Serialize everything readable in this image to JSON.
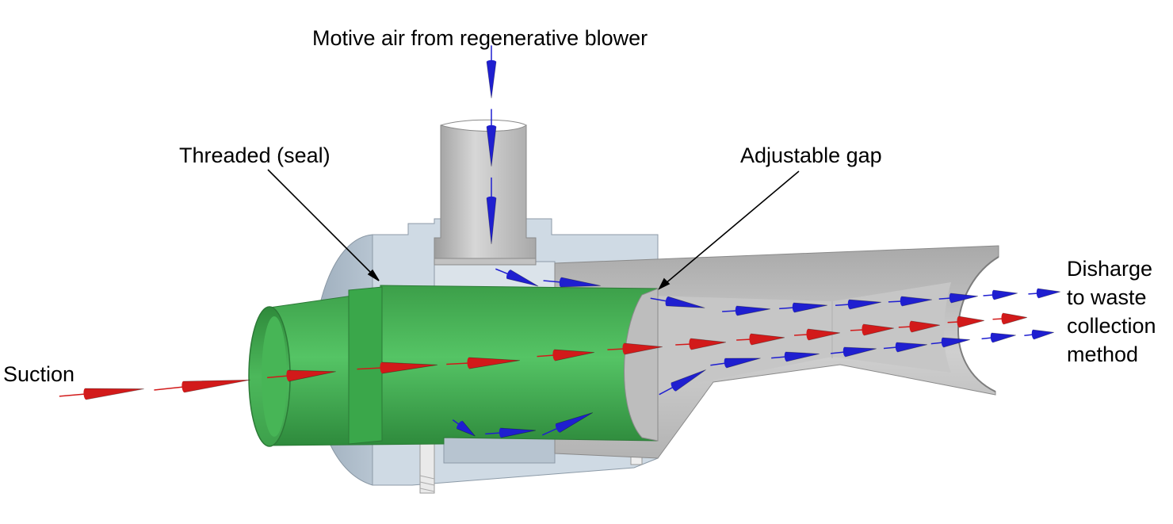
{
  "labels": {
    "motive_air": "Motive air from regenerative blower",
    "threaded": "Threaded (seal)",
    "adjustable_gap": "Adjustable gap",
    "suction": "Suction",
    "discharge": [
      "Disharge",
      "to waste",
      "collection",
      "method"
    ]
  },
  "colors": {
    "motive_flow": "#1f1fd0",
    "suction_flow": "#d21a1a",
    "suction_tube": "#3fb050",
    "nozzle_body": "#c9d5e0",
    "diffuser": "#bdbdbd"
  }
}
